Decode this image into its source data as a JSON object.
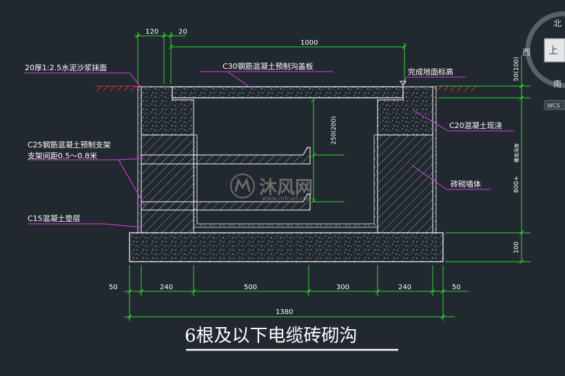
{
  "title": "6根及以下电缆砖砌沟",
  "labels": {
    "mortar": "20厚1:2.5水泥沙浆抹面",
    "cover": "C30钢筋混凝土预制沟盖板",
    "ground": "完成地面标高",
    "bracket1": "C25钢筋混凝土预制支架",
    "bracket2": "支架间距0.5～0.8米",
    "c20": "C20混凝土现浇",
    "brick": "砖砌墙体",
    "c15": "C15混凝土垫层"
  },
  "dims": {
    "top_120": "120",
    "top_20": "20",
    "top_1000": "1000",
    "right_50": "50(100)",
    "right_depth": "600+",
    "right_depth_note": "覆盖深度",
    "right_100": "100",
    "inner_250": "250(200)",
    "bottom": [
      "50",
      "240",
      "500",
      "300",
      "240",
      "50"
    ],
    "total": "1380"
  },
  "compass": {
    "north": "北",
    "west": "西",
    "south": "南",
    "up": "上",
    "wcs": "WCS"
  },
  "watermark": {
    "brand": "沐风网",
    "url": "www.mfcad.com"
  },
  "colors": {
    "background": "#212830",
    "line": "#ffffff",
    "dim": "#2ddc2d",
    "leader": "#e040e0",
    "ground": "#e03030"
  }
}
